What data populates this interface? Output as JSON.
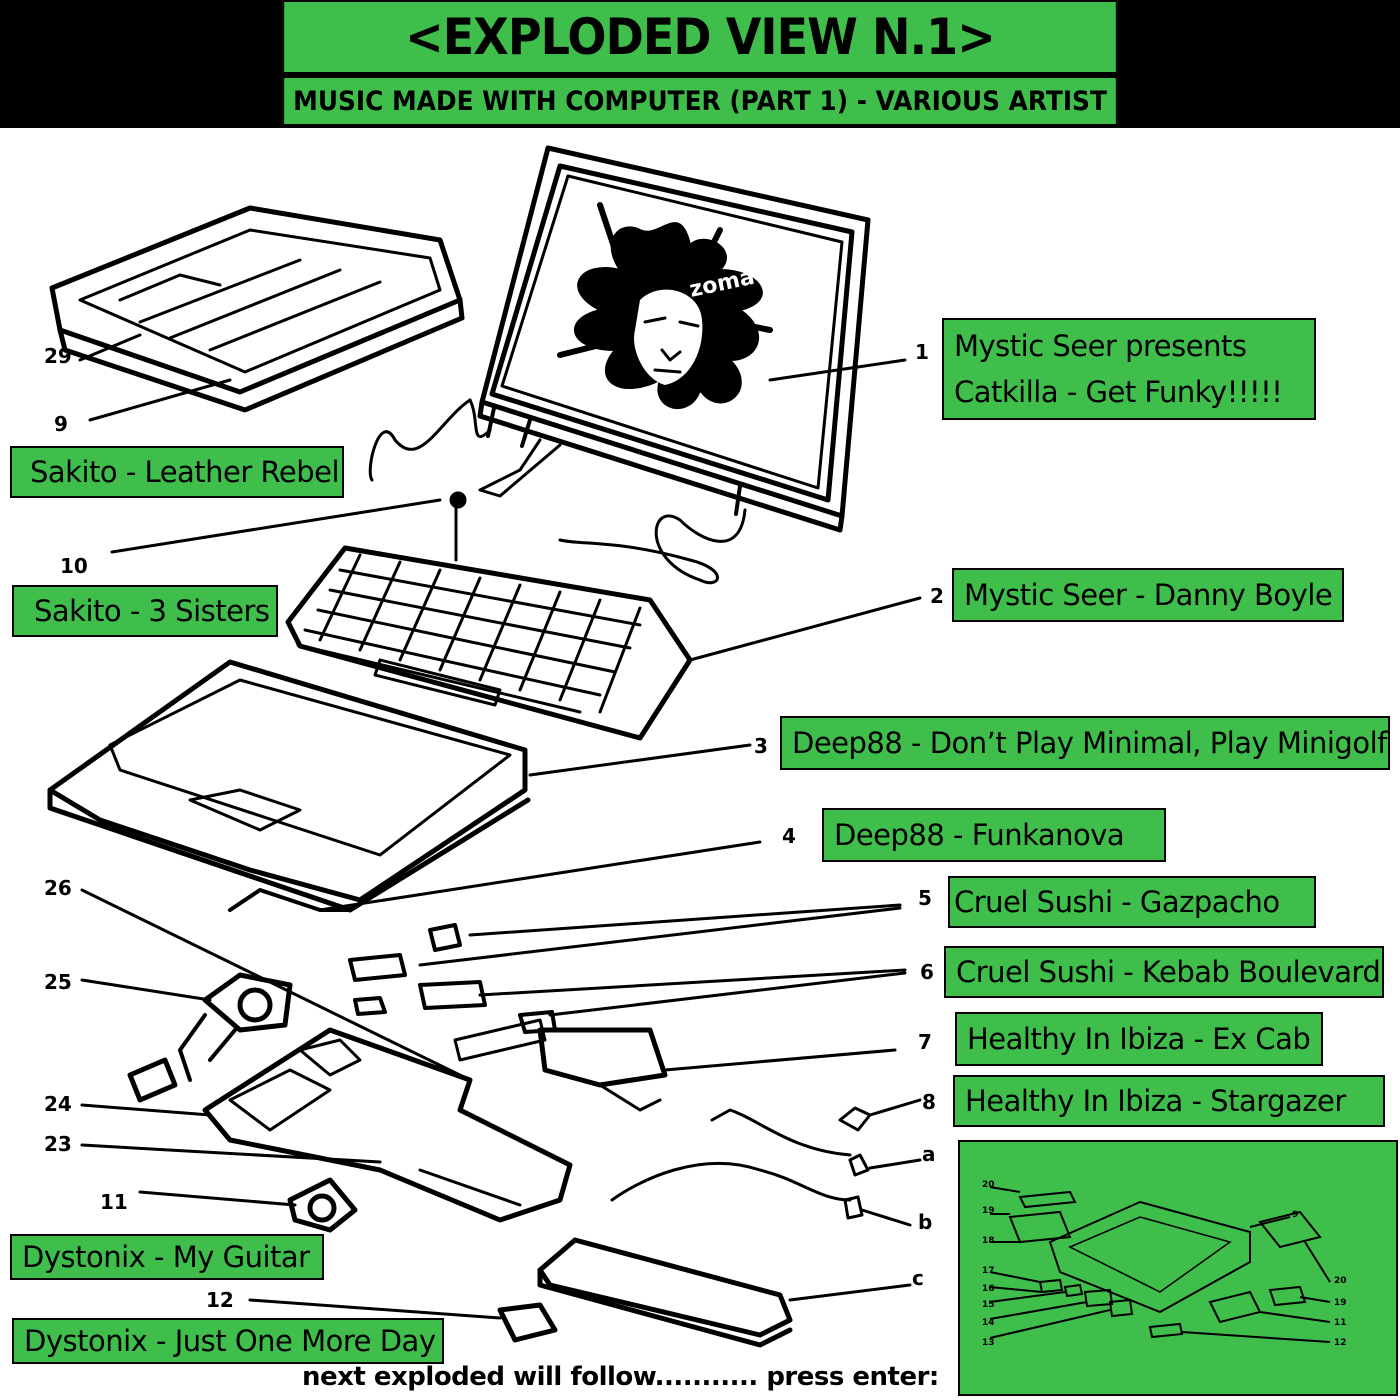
{
  "header": {
    "title": "<EXPLODED VIEW N.1>",
    "subtitle": "MUSIC MADE WITH COMPUTER (PART 1) - VARIOUS ARTIST"
  },
  "screen_logo": "zoma",
  "tracks": [
    {
      "num": "1",
      "line1": "Mystic Seer presents",
      "line2": "Catkilla - Get Funky!!!!!"
    },
    {
      "num": "2",
      "title": "Mystic Seer - Danny Boyle"
    },
    {
      "num": "3",
      "title": "Deep88 - Don’t Play Minimal, Play Minigolf"
    },
    {
      "num": "4",
      "title": "Deep88 - Funkanova"
    },
    {
      "num": "5",
      "title": "Cruel Sushi - Gazpacho"
    },
    {
      "num": "6",
      "title": "Cruel Sushi - Kebab Boulevard"
    },
    {
      "num": "7",
      "title": "Healthy In Ibiza - Ex Cab"
    },
    {
      "num": "8",
      "title": "Healthy In Ibiza - Stargazer"
    },
    {
      "num": "9",
      "title": "Sakito - Leather Rebel"
    },
    {
      "num": "10",
      "title": "Sakito - 3 Sisters"
    },
    {
      "num": "11",
      "title": "Dystonix - My Guitar"
    },
    {
      "num": "12",
      "title": "Dystonix - Just One More Day"
    }
  ],
  "part_numbers": {
    "n29": "29",
    "n26": "26",
    "n25": "25",
    "n24": "24",
    "n23": "23",
    "na": "a",
    "nb": "b",
    "nc": "c"
  },
  "inset_numbers": [
    "20",
    "19",
    "18",
    "17",
    "16",
    "15",
    "14",
    "13",
    "9",
    "20",
    "19",
    "11",
    "12"
  ],
  "footer": "next exploded will follow........... press enter:",
  "colors": {
    "accent": "#3fbe4b",
    "header_bg": "#000000",
    "ink": "#000000"
  }
}
